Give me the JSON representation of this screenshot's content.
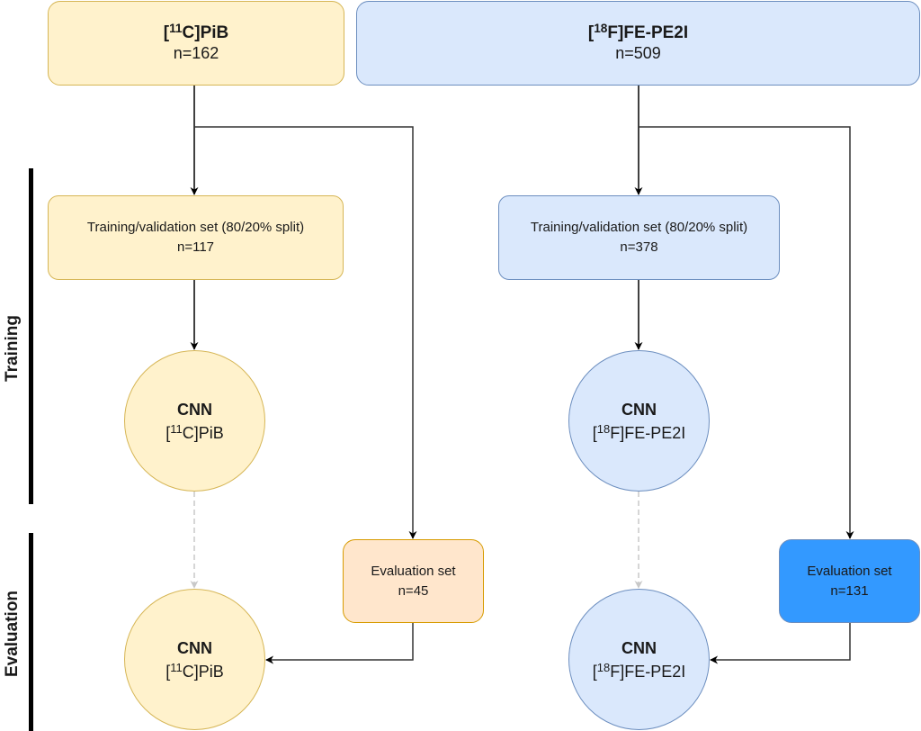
{
  "phases": {
    "training": "Training",
    "evaluation": "Evaluation"
  },
  "pib": {
    "source": {
      "prefix": "[",
      "isotope": "11",
      "suffix": "C]PiB",
      "n": "n=162"
    },
    "train_set": {
      "label": "Training/validation set (80/20% split)",
      "n": "n=117"
    },
    "cnn_train": {
      "title": "CNN",
      "prefix": "[",
      "isotope": "11",
      "suffix": "C]PiB"
    },
    "eval_set": {
      "label": "Evaluation set",
      "n": "n=45"
    },
    "cnn_eval": {
      "title": "CNN",
      "prefix": "[",
      "isotope": "11",
      "suffix": "C]PiB"
    }
  },
  "fepe2i": {
    "source": {
      "prefix": "[",
      "isotope": "18",
      "suffix": "F]FE-PE2I",
      "n": "n=509"
    },
    "train_set": {
      "label": "Training/validation set (80/20% split)",
      "n": "n=378"
    },
    "cnn_train": {
      "title": "CNN",
      "prefix": "[",
      "isotope": "18",
      "suffix": "F]FE-PE2I"
    },
    "eval_set": {
      "label": "Evaluation set",
      "n": "n=131"
    },
    "cnn_eval": {
      "title": "CNN",
      "prefix": "[",
      "isotope": "18",
      "suffix": "F]FE-PE2I"
    }
  },
  "colors": {
    "pib_fill": "#fff2cc",
    "pib_stroke": "#d6b656",
    "fe_fill": "#dae8fc",
    "fe_stroke": "#6c8ebf",
    "pib_eval_fill": "#ffe6cc",
    "pib_eval_stroke": "#d79b00",
    "fe_eval_fill": "#3399ff",
    "arrow": "#000000",
    "dashed_arrow": "#c8c8c8"
  }
}
